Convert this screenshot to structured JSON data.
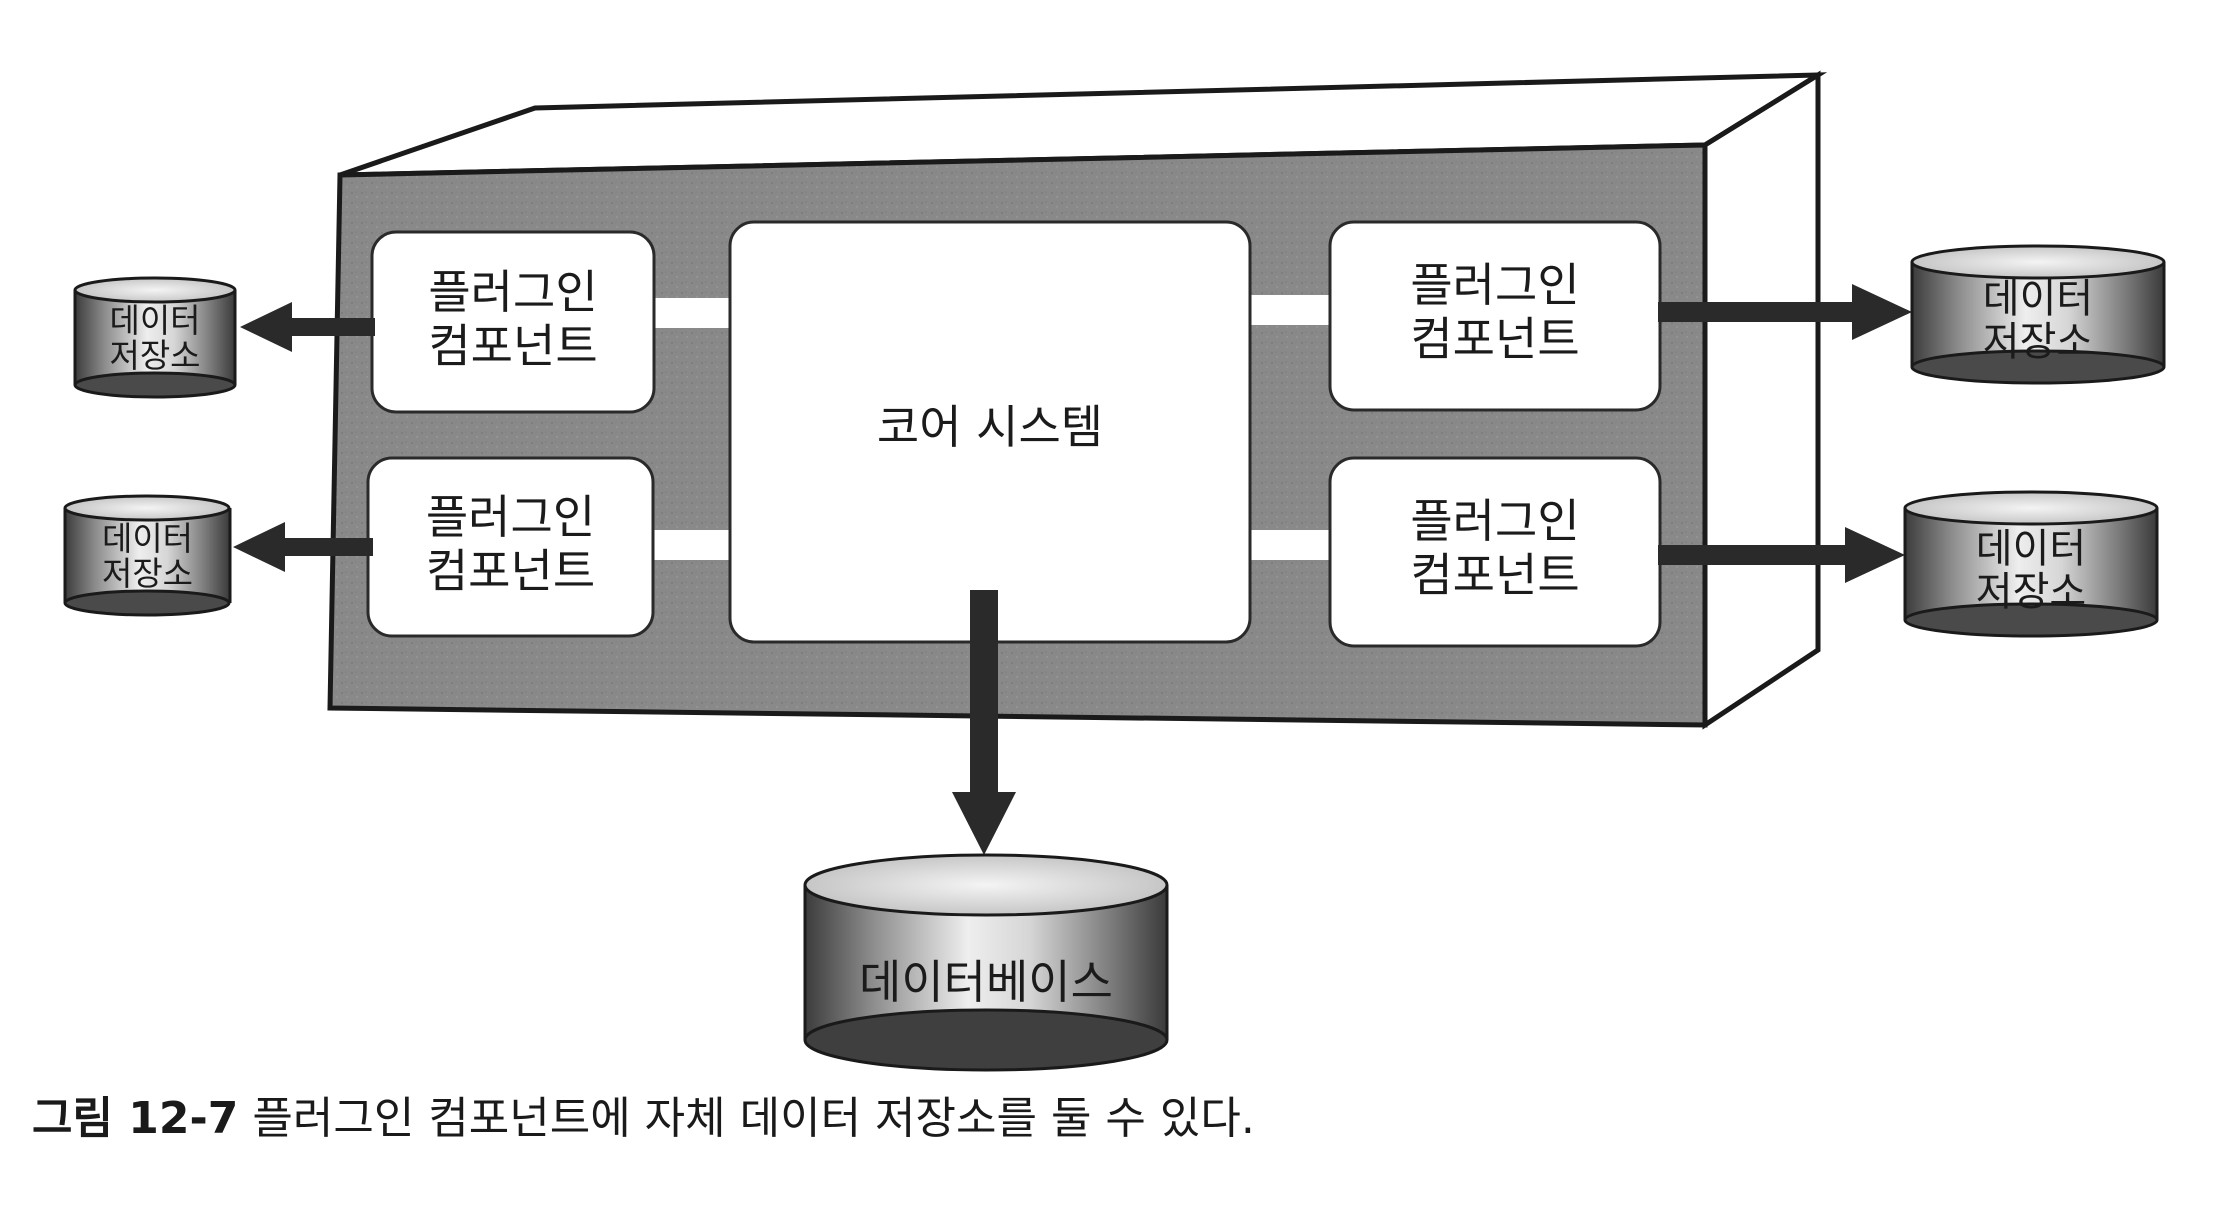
{
  "diagram": {
    "core": {
      "label": "코어 시스템"
    },
    "plugins": [
      {
        "line1": "플러그인",
        "line2": "컴포넌트"
      },
      {
        "line1": "플러그인",
        "line2": "컴포넌트"
      },
      {
        "line1": "플러그인",
        "line2": "컴포넌트"
      },
      {
        "line1": "플러그인",
        "line2": "컴포넌트"
      }
    ],
    "stores": [
      {
        "line1": "데이터",
        "line2": "저장소"
      },
      {
        "line1": "데이터",
        "line2": "저장소"
      },
      {
        "line1": "데이터",
        "line2": "저장소"
      },
      {
        "line1": "데이터",
        "line2": "저장소"
      }
    ],
    "database": {
      "label": "데이터베이스"
    }
  },
  "caption": {
    "figure_number": "그림 12-7",
    "text": "플러그인 컴포넌트에 자체 데이터 저장소를 둘 수 있다."
  }
}
